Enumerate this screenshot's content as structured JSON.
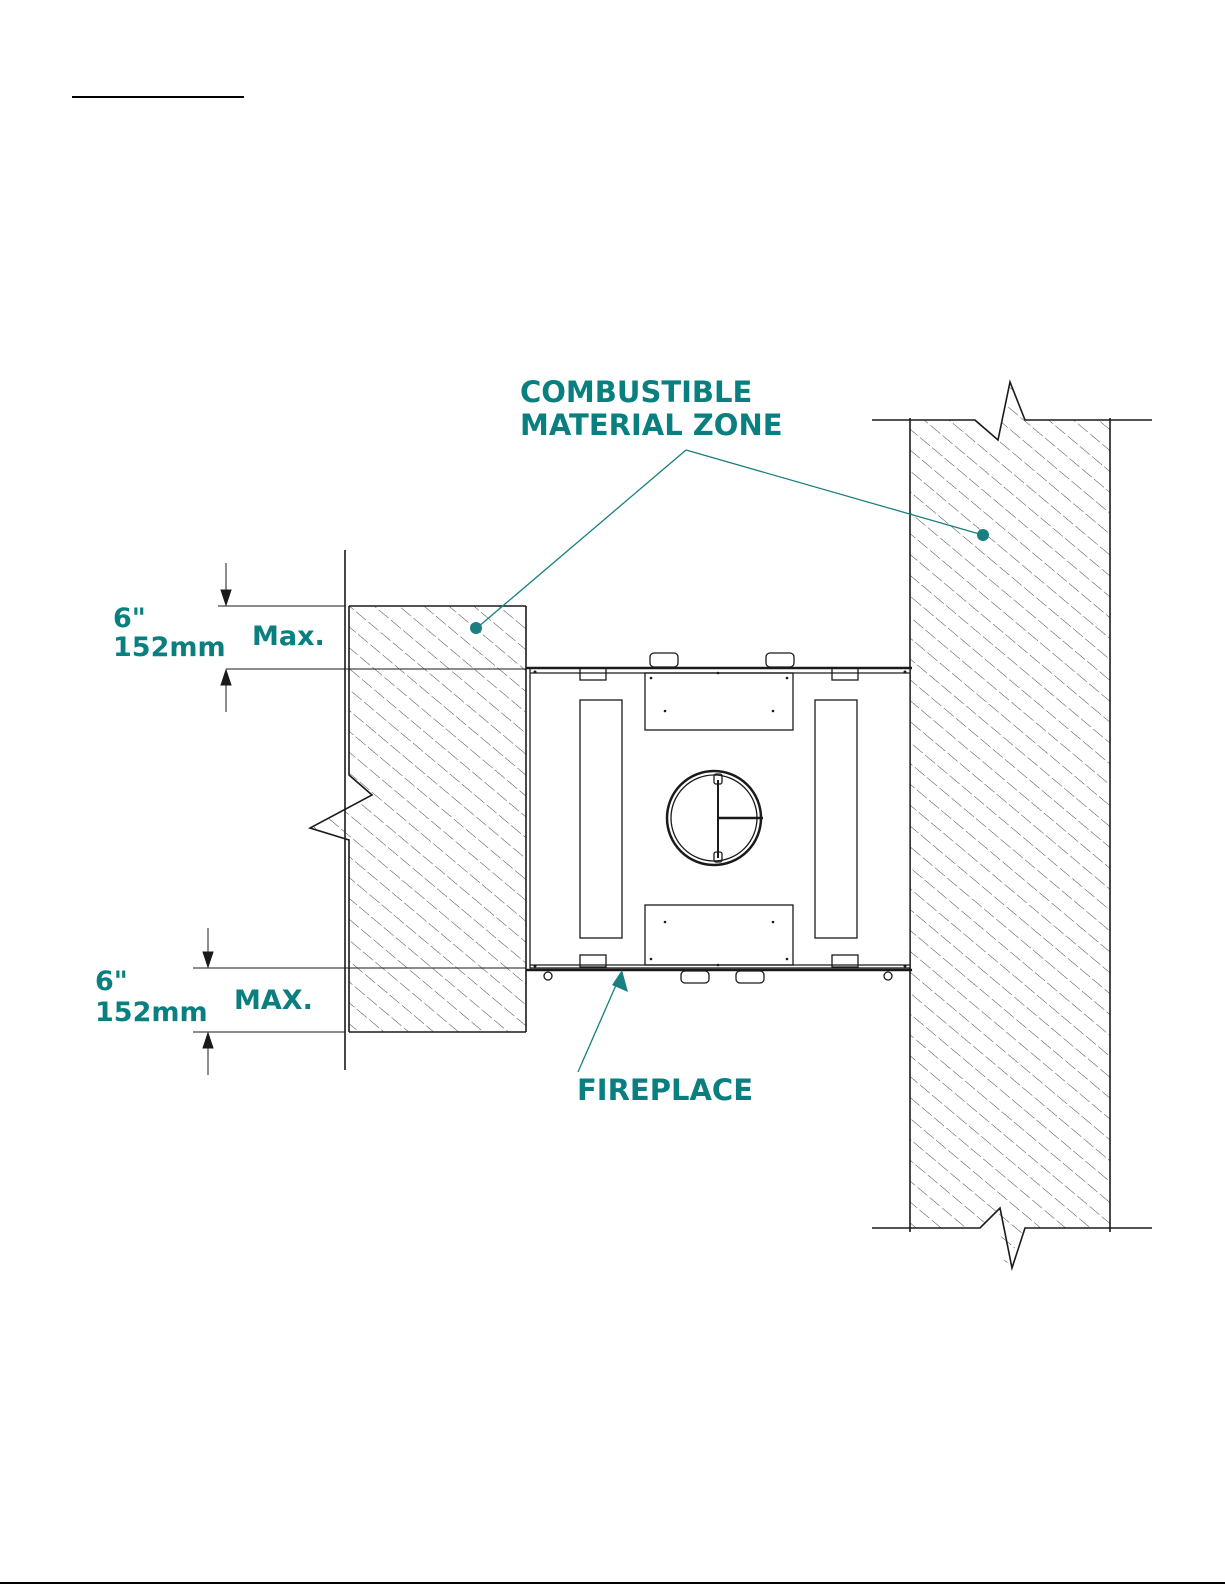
{
  "colors": {
    "label": "#0a7f80",
    "line": "#1a1a1a",
    "leader": "#1a7f80",
    "background": "#ffffff"
  },
  "labels": {
    "zone_line1": "COMBUSTIBLE",
    "zone_line2": "MATERIAL ZONE",
    "fireplace": "FIREPLACE",
    "top_dim_in": "6\"",
    "top_dim_mm": "152mm",
    "top_dim_max": "Max.",
    "bottom_dim_in": "6\"",
    "bottom_dim_mm": "152mm",
    "bottom_dim_max": "MAX."
  }
}
